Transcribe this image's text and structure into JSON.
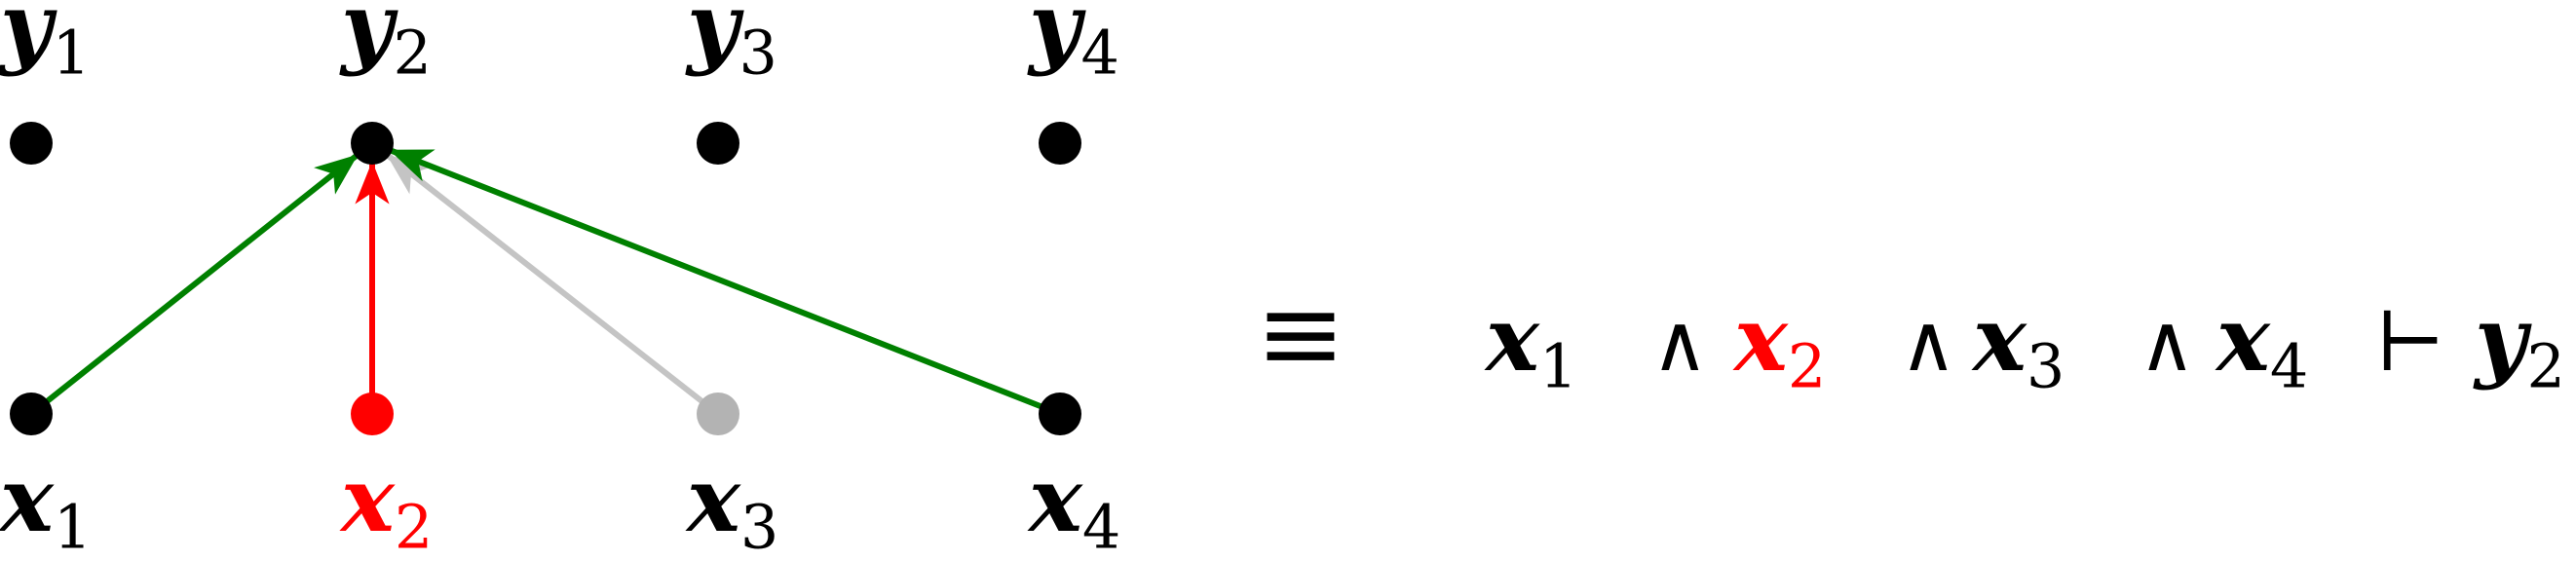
{
  "colors": {
    "black": "#000000",
    "red": "#ff0000",
    "green": "#008000",
    "gray": "#c4c4c4",
    "gray_node": "#b3b3b3"
  },
  "top_nodes": [
    {
      "var": "y",
      "sub": "1",
      "color": "#000000"
    },
    {
      "var": "y",
      "sub": "2",
      "color": "#000000"
    },
    {
      "var": "y",
      "sub": "3",
      "color": "#000000"
    },
    {
      "var": "y",
      "sub": "4",
      "color": "#000000"
    }
  ],
  "bottom_nodes": [
    {
      "var": "x",
      "sub": "1",
      "color": "#000000",
      "node_color": "#000000"
    },
    {
      "var": "x",
      "sub": "2",
      "color": "#ff0000",
      "node_color": "#ff0000"
    },
    {
      "var": "x",
      "sub": "3",
      "color": "#000000",
      "node_color": "#b3b3b3"
    },
    {
      "var": "x",
      "sub": "4",
      "color": "#000000",
      "node_color": "#000000"
    }
  ],
  "edges": [
    {
      "from": "x1",
      "to": "y2",
      "color": "#008000"
    },
    {
      "from": "x2",
      "to": "y2",
      "color": "#ff0000"
    },
    {
      "from": "x3",
      "to": "y2",
      "color": "#c4c4c4"
    },
    {
      "from": "x4",
      "to": "y2",
      "color": "#008000"
    }
  ],
  "equivalence_symbol": "≡",
  "formula": {
    "terms": [
      {
        "var": "x",
        "sub": "1",
        "color": "#000000"
      },
      {
        "var": "x",
        "sub": "2",
        "color": "#ff0000"
      },
      {
        "var": "x",
        "sub": "3",
        "color": "#000000"
      },
      {
        "var": "x",
        "sub": "4",
        "color": "#000000"
      }
    ],
    "and_symbol": "∧",
    "turnstile": "⊢",
    "conclusion": {
      "var": "y",
      "sub": "2",
      "color": "#000000"
    }
  }
}
